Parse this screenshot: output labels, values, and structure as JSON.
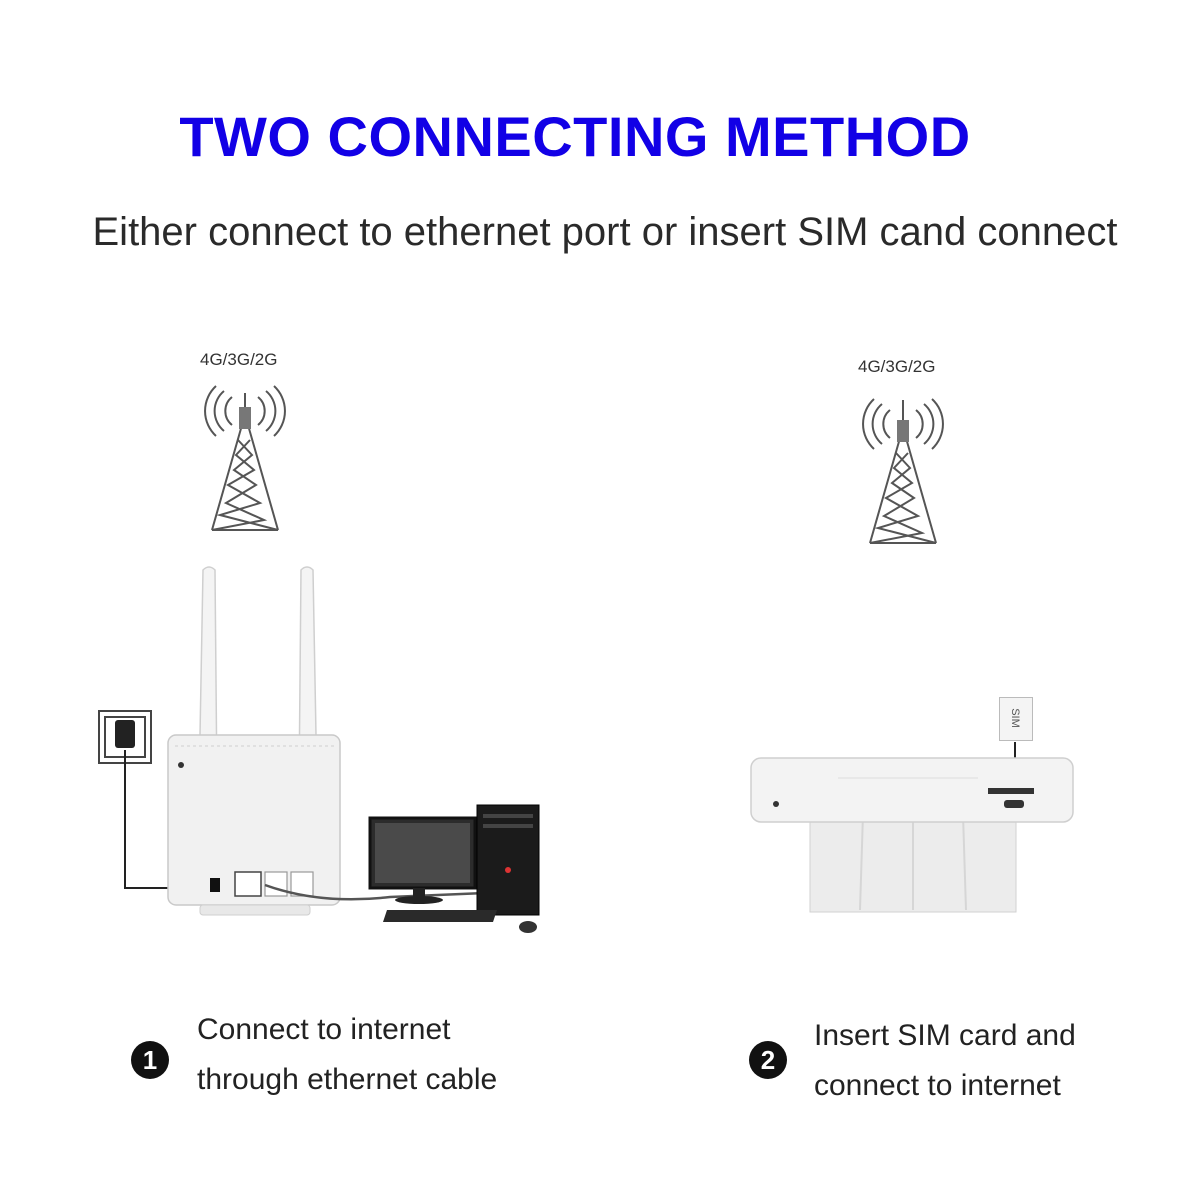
{
  "header": {
    "title": "TWO CONNECTING METHOD",
    "subtitle": "Either connect to ethernet port or insert SIM cand connect"
  },
  "method1": {
    "tower_label": "4G/3G/2G",
    "step_number": "1",
    "line1": "Connect to internet",
    "line2": "through ethernet cable",
    "icons": [
      "cell-tower-icon",
      "power-socket-icon",
      "router-icon",
      "computer-icon"
    ]
  },
  "method2": {
    "tower_label": "4G/3G/2G",
    "step_number": "2",
    "line1": "Insert SIM card and",
    "line2": "connect to internet",
    "sim_label": "SIM",
    "icons": [
      "cell-tower-icon",
      "sim-card-icon",
      "router-icon"
    ]
  },
  "colors": {
    "title": "#1200e6",
    "text": "#222222",
    "device": "#f2f2f2"
  }
}
